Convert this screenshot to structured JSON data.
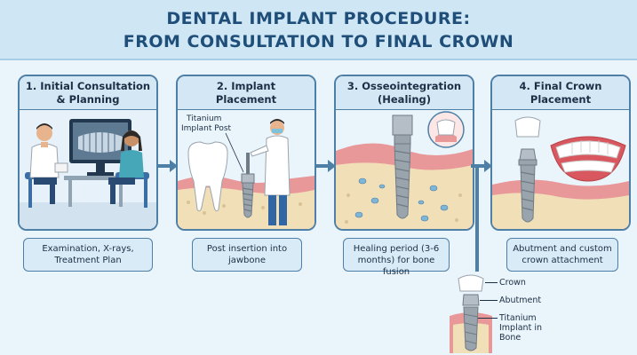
{
  "header": {
    "line1": "DENTAL IMPLANT PROCEDURE:",
    "line2": "FROM CONSULTATION TO FINAL CROWN"
  },
  "steps": [
    {
      "title_line1": "1. Initial Consultation",
      "title_line2": "& Planning",
      "caption_line1": "Examination, X-rays,",
      "caption_line2": "Treatment Plan"
    },
    {
      "title_line1": "2. Implant",
      "title_line2": "Placement",
      "caption_line1": "Post insertion into",
      "caption_line2": "jawbone",
      "label_line1": "Titanium",
      "label_line2": "Implant Post"
    },
    {
      "title_line1": "3. Osseointegration",
      "title_line2": "(Healing)",
      "caption_line1": "Healing period (3-6",
      "caption_line2": "months) for bone fusion"
    },
    {
      "title_line1": "4. Final Crown",
      "title_line2": "Placement",
      "caption_line1": "Abutment and custom",
      "caption_line2": "crown attachment"
    }
  ],
  "legend": {
    "crown": "Crown",
    "abutment": "Abutment",
    "implant_line1": "Titanium",
    "implant_line2": "Implant in",
    "implant_line3": "Bone"
  },
  "colors": {
    "header_text": "#1f4e79",
    "border": "#4e7fa6",
    "gum": "#e9989a",
    "bone": "#f1dfb8",
    "metal": "#9aa4ad"
  }
}
